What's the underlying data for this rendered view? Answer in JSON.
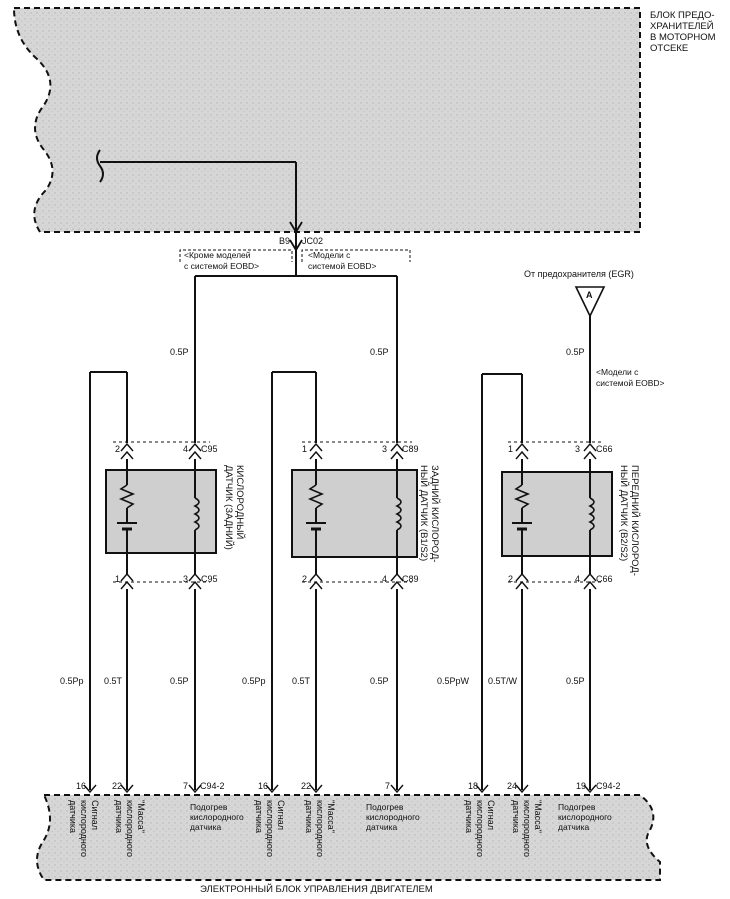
{
  "fuse_box": {
    "label": "БЛОК ПРЕДО-\nХРАНИТЕЛЕЙ\nВ МОТОРНОМ\nОТСЕКЕ",
    "pin": "B9",
    "connector": "JC02"
  },
  "variants": {
    "without_eobd": "<Кроме моделей\nс системой EOBD>",
    "with_eobd": "<Модели с\nсистемой EOBD>"
  },
  "egr_fuse": {
    "label": "От предохранителя (EGR)",
    "node": "A",
    "variant": "<Модели с\nсистемой EOBD>"
  },
  "sensors": [
    {
      "name": "КИСЛОРОДНЫЙ\nДАТЧИК (ЗАДНИЙ)",
      "top_connector": "C95",
      "top_left_pin": "2",
      "top_right_pin": "4",
      "bottom_connector": "C95",
      "bottom_left_pin": "1",
      "bottom_right_pin": "3",
      "wires": {
        "feed": "0.5P",
        "signal": "0.5Pp",
        "ground": "0.5T",
        "heater": "0.5P"
      },
      "ecu_pins": {
        "signal": "16",
        "ground": "22",
        "heater": "7",
        "connector": "C94-2"
      }
    },
    {
      "name": "ЗАДНИЙ КИСЛОРОД-\nНЫЙ ДАТЧИК (B1/S2)",
      "top_connector": "C89",
      "top_left_pin": "1",
      "top_right_pin": "3",
      "bottom_connector": "C89",
      "bottom_left_pin": "2",
      "bottom_right_pin": "4",
      "wires": {
        "feed": "0.5P",
        "signal": "0.5Pp",
        "ground": "0.5T",
        "heater": "0.5P"
      },
      "ecu_pins": {
        "signal": "16",
        "ground": "22",
        "heater": "7"
      }
    },
    {
      "name": "ПЕРЕДНИЙ КИСЛОРОД-\nНЫЙ ДАТЧИК (B2/S2)",
      "top_connector": "C66",
      "top_left_pin": "1",
      "top_right_pin": "3",
      "bottom_connector": "C66",
      "bottom_left_pin": "2",
      "bottom_right_pin": "4",
      "wires": {
        "feed": "0.5P",
        "signal": "0.5PpW",
        "ground": "0.5T/W",
        "heater": "0.5P"
      },
      "ecu_pins": {
        "signal": "18",
        "ground": "24",
        "heater": "19",
        "connector": "C94-2"
      }
    }
  ],
  "ecu": {
    "title": "ЭЛЕКТРОННЫЙ БЛОК УПРАВЛЕНИЯ ДВИГАТЕЛЕМ",
    "fn_signal": "Сигнал\nкислородного\nдатчика",
    "fn_ground": "\"Масса\"\nкислородного\nдатчика",
    "fn_heater": "Подогрев\nкислородного\nдатчика"
  },
  "colors": {
    "ink": "#111111",
    "shade": "#d2d2d2",
    "box": "#cfcfcf"
  }
}
